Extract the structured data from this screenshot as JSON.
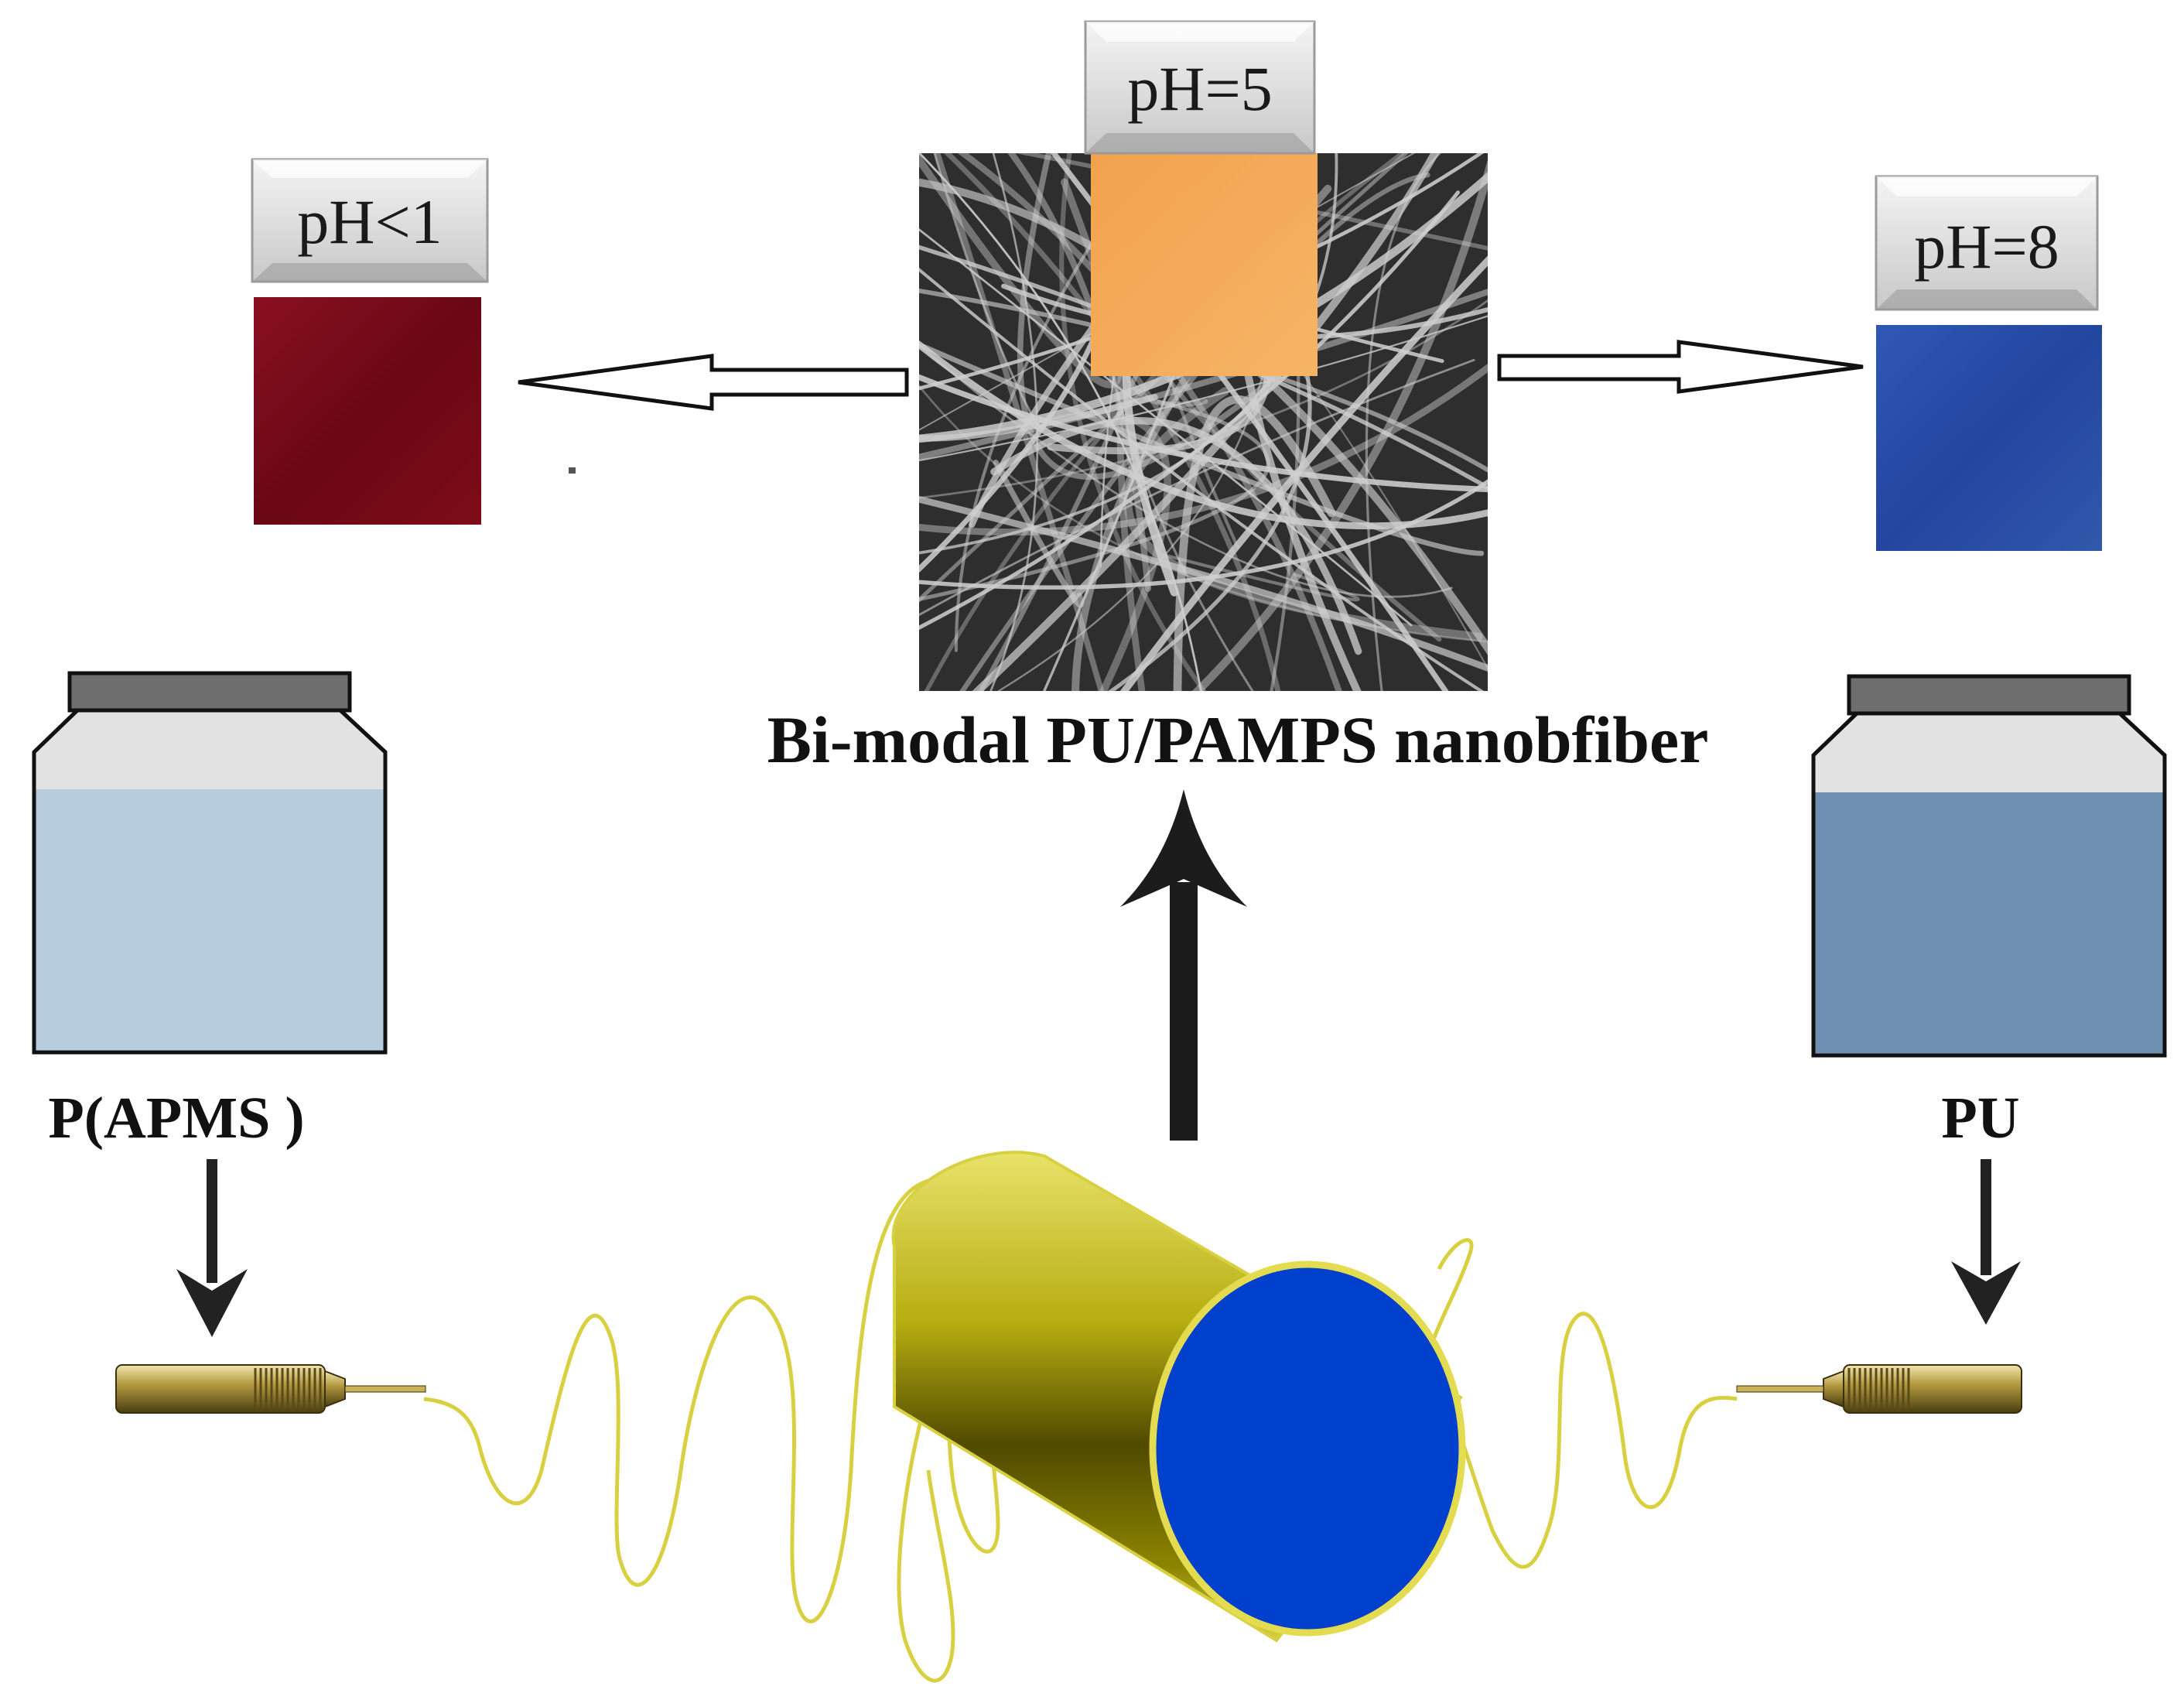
{
  "labels": {
    "ph_left": "pH<1",
    "ph_center": "pH=5",
    "ph_right": "pH=8",
    "fiber_title": "Bi-modal PU/PAMPS nanobfiber",
    "jar_left": "P(APMS )",
    "jar_right": "PU"
  },
  "colors": {
    "acid_swatch": "#7a0a14",
    "neutral_swatch": "#f0a050",
    "base_swatch": "#2a4fa8",
    "jar_left_liquid": "#b8ccdf",
    "jar_right_liquid": "#6e8faf",
    "collector_body": "#9a9500",
    "collector_face": "#0040cc",
    "fiber_jet": "#d8d040",
    "sem_background": "#3a3a3a"
  },
  "icons": [
    "drum-collector-icon",
    "needle-icon",
    "jar-icon",
    "sem-image-icon"
  ]
}
